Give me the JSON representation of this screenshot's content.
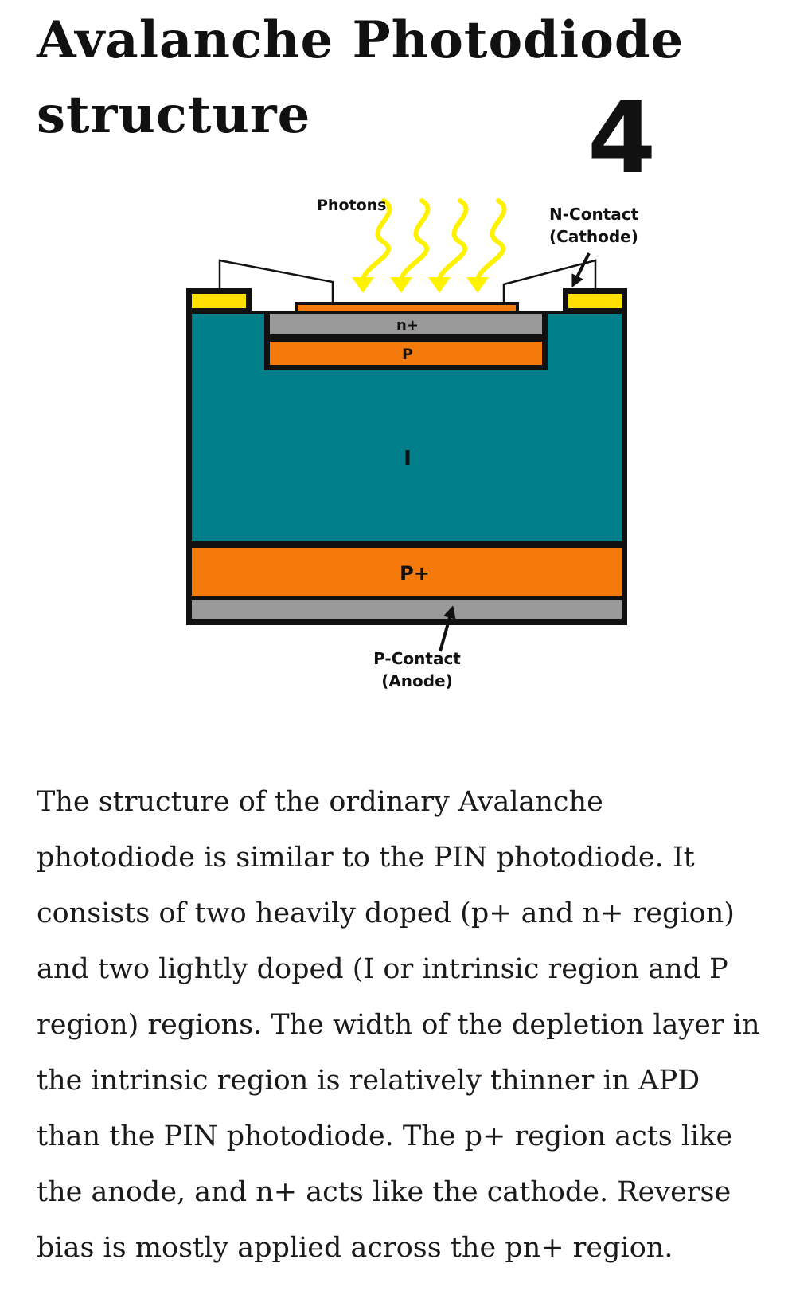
{
  "page": {
    "title": "Avalanche Photodiode structure",
    "step_number": "4"
  },
  "diagram": {
    "labels": {
      "photons": "Photons",
      "n_contact_line1": "N-Contact",
      "n_contact_line2": "(Cathode)",
      "n_plus": "n+",
      "p": "P",
      "intrinsic": "I",
      "p_plus": "P+",
      "p_contact_line1": "P-Contact",
      "p_contact_line2": "(Anode)"
    },
    "colors": {
      "intrinsic": "#007f8a",
      "p_region": "#f47a0b",
      "n_plus_region": "#999999",
      "contact_metal": "#ffe000",
      "photon_arrow": "#fff200",
      "outline": "#111111"
    }
  },
  "description": "The structure of the ordinary Avalanche photodiode is similar to the PIN photodiode. It consists of two heavily doped (p+ and n+ region) and two lightly doped (I or intrinsic region and P region) regions. The width of the depletion layer in the intrinsic region is relatively thinner in APD than the PIN photodiode. The p+ region acts like the anode, and n+ acts like the cathode. Reverse bias is mostly applied across the pn+ region."
}
